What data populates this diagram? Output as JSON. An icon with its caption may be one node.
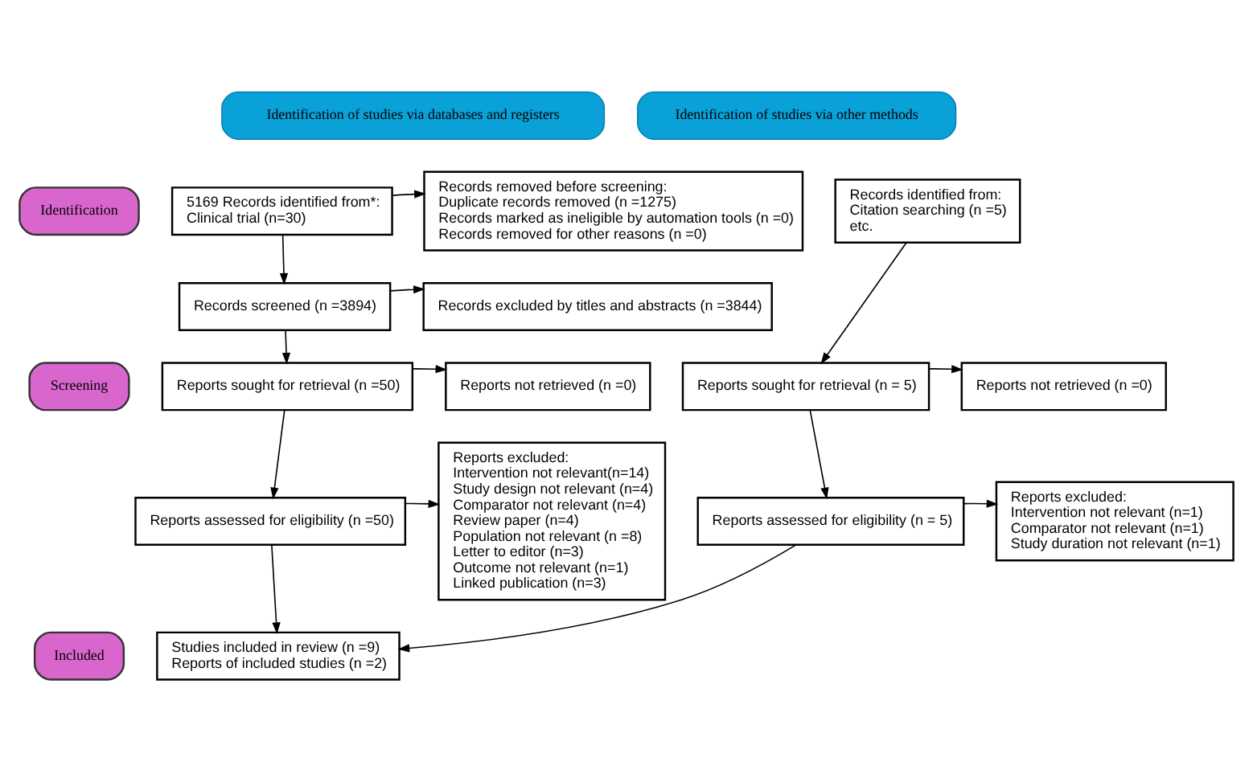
{
  "diagram": {
    "nodes": [
      {
        "text": [
          "Identification of studies via databases and registers"
        ]
      },
      {
        "text": [
          "Identification of studies via other methods"
        ]
      },
      {
        "text": [
          "Identification"
        ]
      },
      {
        "text": [
          "Screening"
        ]
      },
      {
        "text": [
          "Included"
        ]
      },
      {
        "text": [
          "5169 Records identified from*:",
          "Clinical trial (n=30)"
        ]
      },
      {
        "text": [
          "Records removed before screening:",
          "Duplicate records removed (n =1275)",
          "Records marked as ineligible by automation tools (n =0)",
          "Records removed for other reasons (n =0)"
        ]
      },
      {
        "text": [
          "Records screened (n =3894)"
        ]
      },
      {
        "text": [
          "Records excluded by titles and abstracts (n =3844)"
        ]
      },
      {
        "text": [
          "Reports sought for retrieval (n =50)"
        ]
      },
      {
        "text": [
          "Reports not retrieved (n =0)"
        ]
      },
      {
        "text": [
          "Reports assessed for eligibility (n =50)"
        ]
      },
      {
        "text": [
          "Reports excluded:",
          "Intervention not relevant(n=14)",
          "Study design not relevant (n=4)",
          "Comparator not relevant (n=4)",
          "Review paper (n=4)",
          "Population not relevant (n =8)",
          "Letter to editor (n=3)",
          "Outcome not relevant (n=1)",
          "Linked publication (n=3)"
        ]
      },
      {
        "text": [
          "Studies included in review (n =9)",
          "Reports of included studies (n =2)"
        ]
      },
      {
        "text": [
          "Records identified from:",
          "Citation searching (n =5)",
          "etc."
        ]
      },
      {
        "text": [
          "Reports sought for retrieval (n = 5)"
        ]
      },
      {
        "text": [
          "Reports not retrieved (n =0)"
        ]
      },
      {
        "text": [
          "Reports assessed for eligibility (n = 5)"
        ]
      },
      {
        "text": [
          "Reports excluded:",
          "Intervention not relevant (n=1)",
          "Comparator not relevant (n=1)",
          "Study duration not relevant (n=1)"
        ]
      }
    ],
    "edges": [
      {
        "from": 5,
        "to": 6,
        "arrow": "to"
      },
      {
        "from": 5,
        "to": 7,
        "arrow": "to"
      },
      {
        "from": 7,
        "to": 8,
        "arrow": "to"
      },
      {
        "from": 7,
        "to": 9,
        "arrow": "to"
      },
      {
        "from": 9,
        "to": 10,
        "arrow": "to"
      },
      {
        "from": 9,
        "to": 11,
        "arrow": "to"
      },
      {
        "from": 11,
        "to": 12,
        "arrow": "to"
      },
      {
        "from": 11,
        "to": 13,
        "arrow": "to"
      },
      {
        "from": 14,
        "to": 15,
        "arrow": "to"
      },
      {
        "from": 15,
        "to": 16,
        "arrow": "to"
      },
      {
        "from": 15,
        "to": 17,
        "arrow": "to"
      },
      {
        "from": 17,
        "to": 18,
        "arrow": "to"
      },
      {
        "from": 17,
        "to": 13,
        "arrow": "to"
      }
    ]
  }
}
